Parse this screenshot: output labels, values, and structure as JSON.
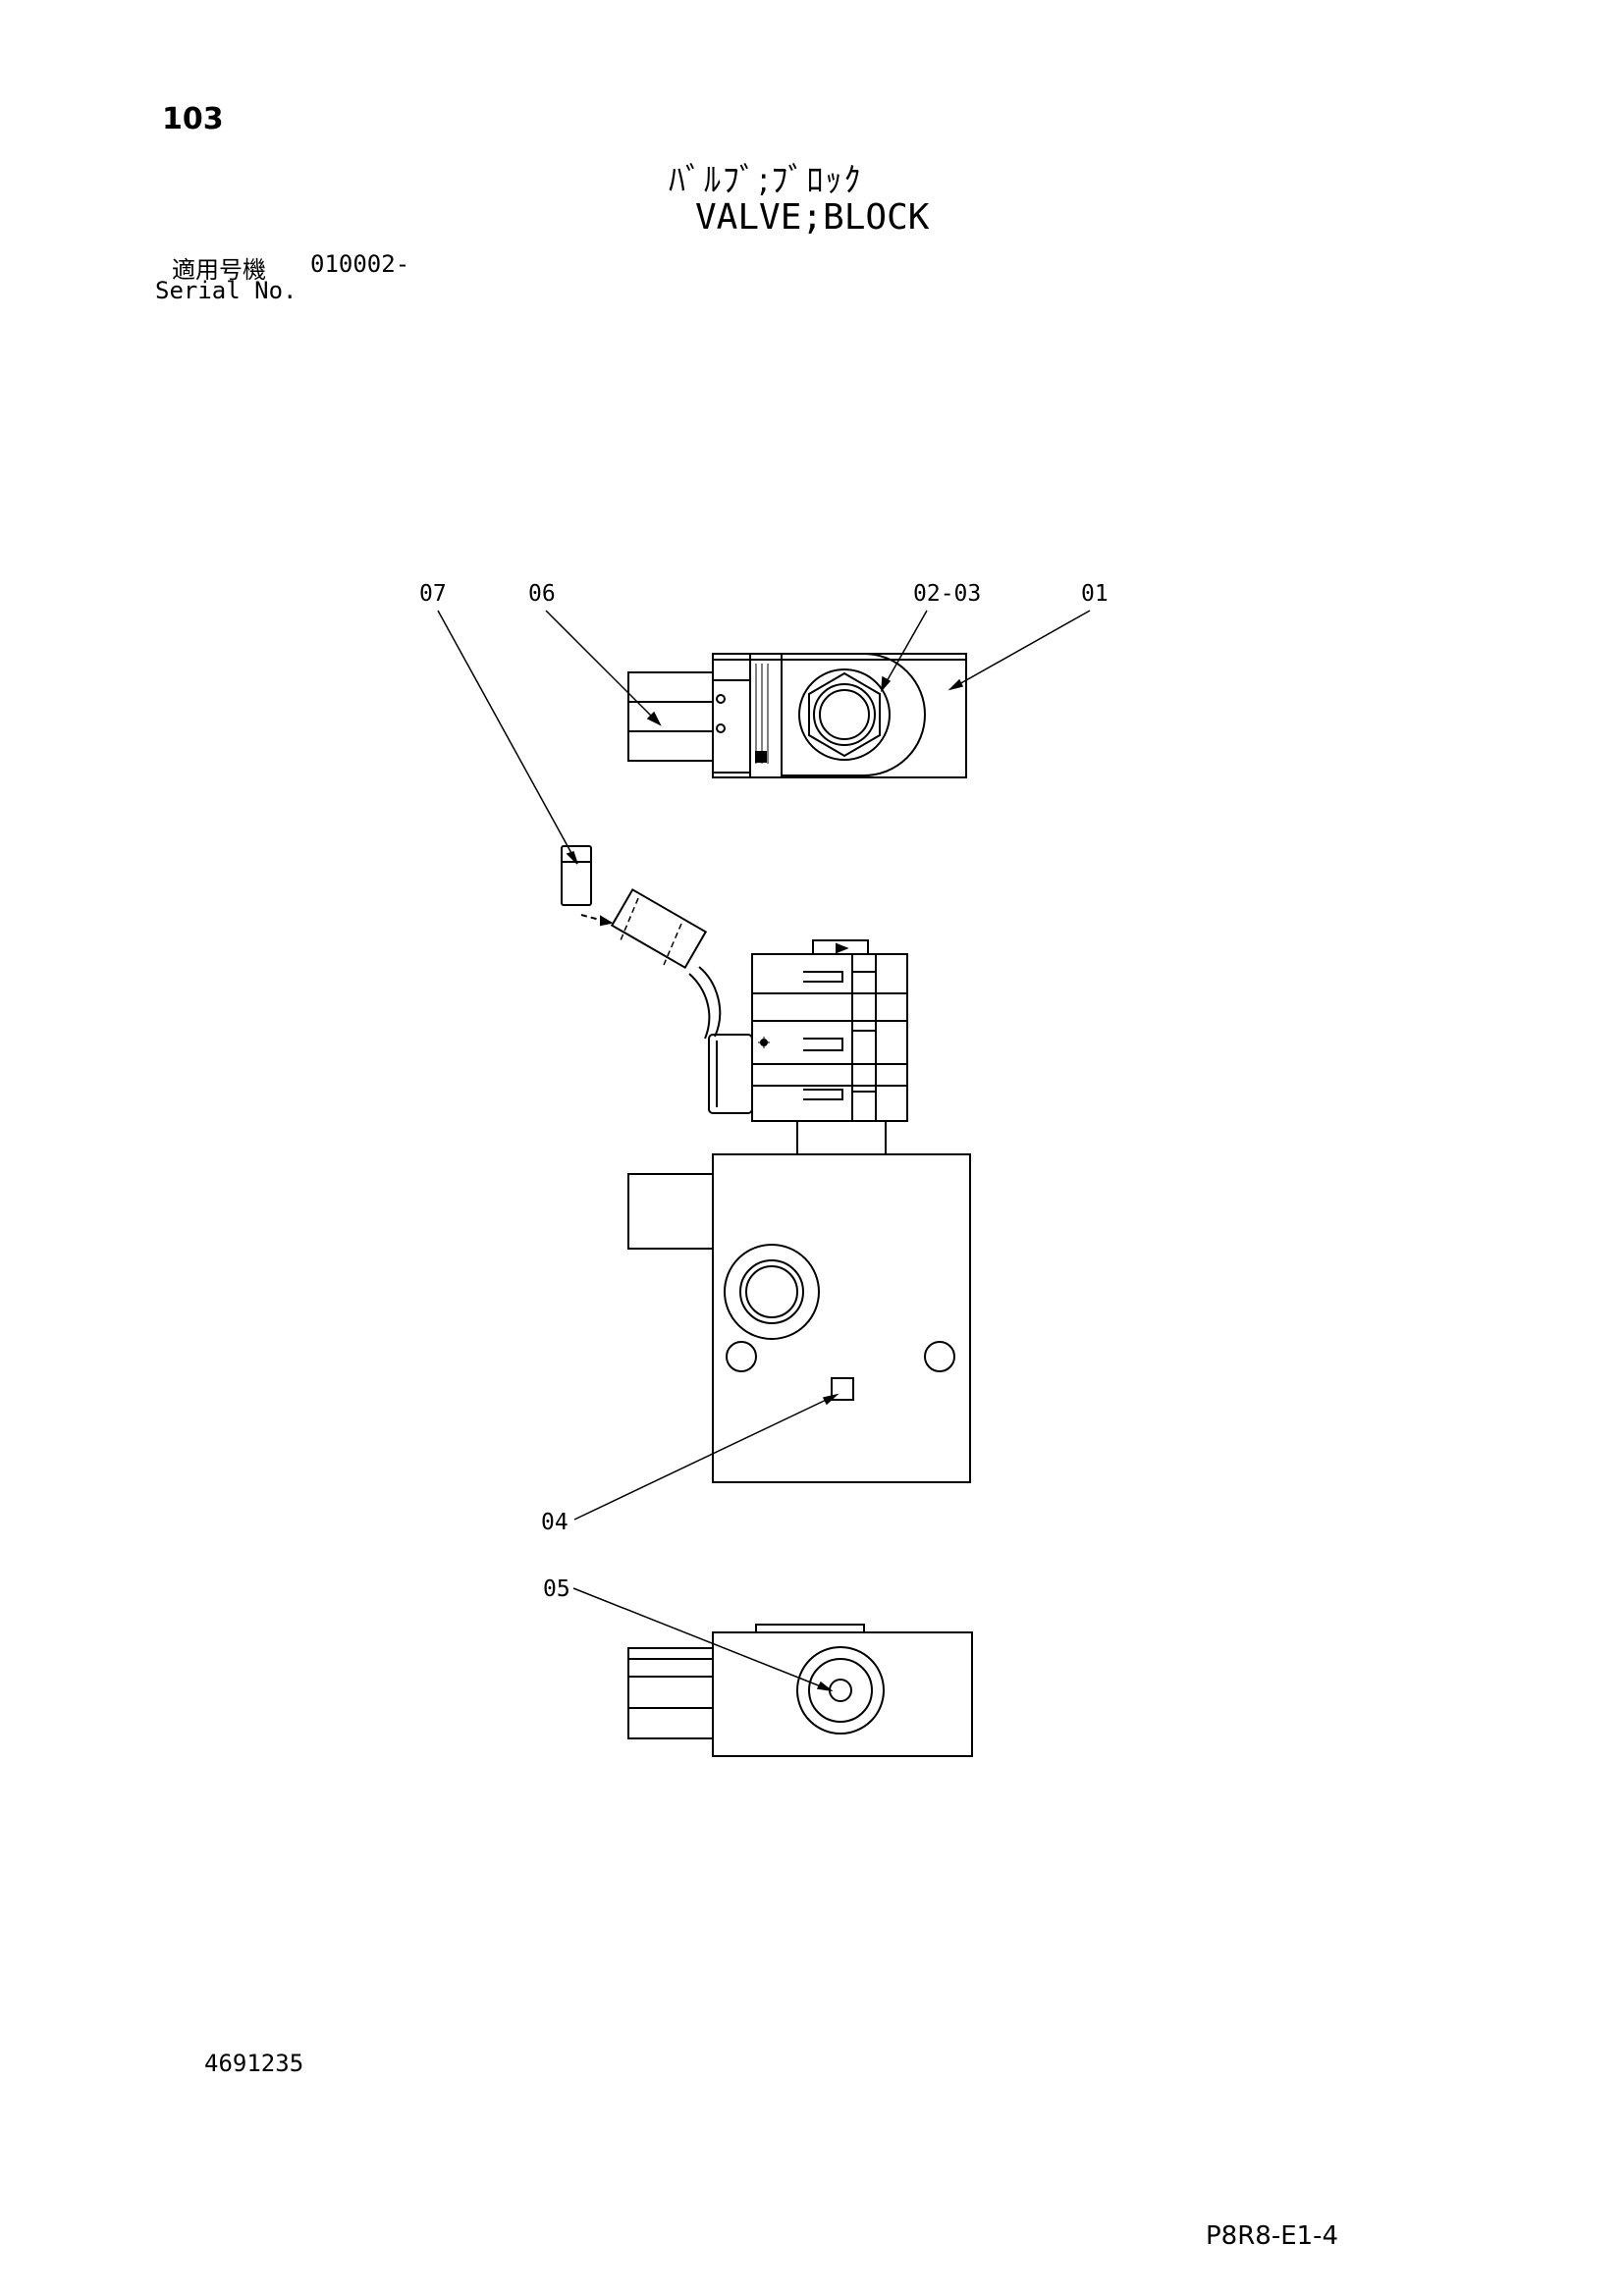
{
  "header": {
    "page_number": "103",
    "title_jp": "ﾊﾞﾙﾌﾞ;ﾌﾞﾛｯｸ",
    "title_en": "VALVE;BLOCK",
    "serial_label_jp": "適用号機",
    "serial_value": "010002-",
    "serial_label_en": "Serial No."
  },
  "callouts": {
    "c07": "07",
    "c06": "06",
    "c0203": "02-03",
    "c01": "01",
    "c04": "04",
    "c05": "05"
  },
  "footer": {
    "document_number": "4691235",
    "page_code": "P8R8-E1-4"
  }
}
